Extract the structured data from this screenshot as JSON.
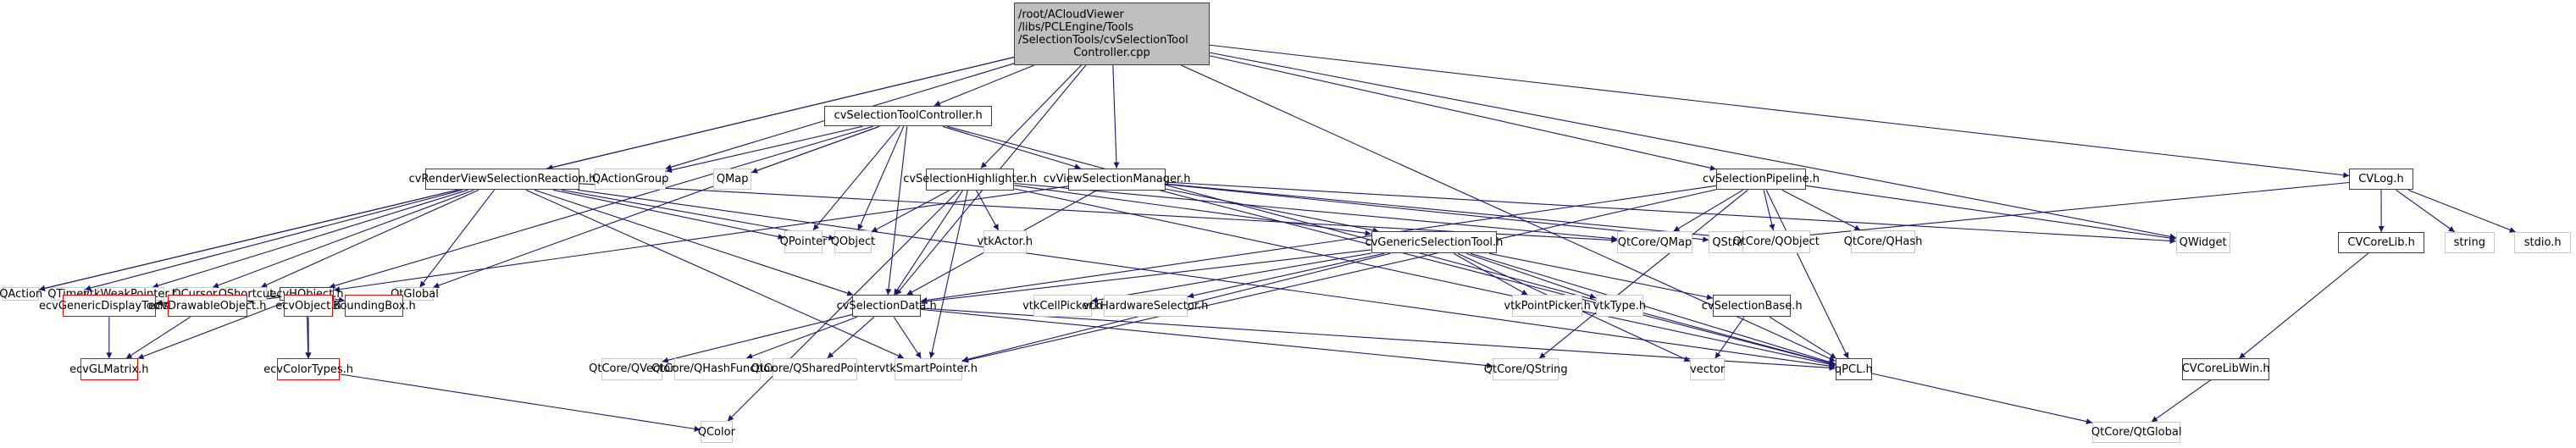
{
  "colors": {
    "edge": "#191970",
    "documented_border": "#404040",
    "external_border": "#c8c8c8",
    "truncated_border": "#ff0000",
    "root_fill": "#bfbfbf"
  },
  "root": {
    "id": "root",
    "lines": [
      "/root/ACloudViewer",
      "/libs/PCLEngine/Tools",
      "/SelectionTools/cvSelectionTool",
      "Controller.cpp"
    ]
  },
  "nodes": [
    {
      "id": "cvSelectionToolController",
      "label": "cvSelectionToolController.h",
      "kind": "doc"
    },
    {
      "id": "cvRenderViewSelectionReaction",
      "label": "cvRenderViewSelectionReaction.h",
      "kind": "doc"
    },
    {
      "id": "QActionGroup",
      "label": "QActionGroup",
      "kind": "ext"
    },
    {
      "id": "QMap",
      "label": "QMap",
      "kind": "ext"
    },
    {
      "id": "cvSelectionHighlighter",
      "label": "cvSelectionHighlighter.h",
      "kind": "doc"
    },
    {
      "id": "cvViewSelectionManager",
      "label": "cvViewSelectionManager.h",
      "kind": "doc"
    },
    {
      "id": "cvSelectionPipeline",
      "label": "cvSelectionPipeline.h",
      "kind": "doc"
    },
    {
      "id": "CVLog",
      "label": "CVLog.h",
      "kind": "doc"
    },
    {
      "id": "QAction",
      "label": "QAction",
      "kind": "ext"
    },
    {
      "id": "QTimer",
      "label": "QTimer",
      "kind": "ext"
    },
    {
      "id": "vtkWeakPointer",
      "label": "vtkWeakPointer.h",
      "kind": "ext"
    },
    {
      "id": "QCursor",
      "label": "QCursor",
      "kind": "ext"
    },
    {
      "id": "QShortcut",
      "label": "QShortcut",
      "kind": "ext"
    },
    {
      "id": "ecvHObject",
      "label": "ecvHObject.h",
      "kind": "doc"
    },
    {
      "id": "QtGlobal",
      "label": "QtGlobal",
      "kind": "ext"
    },
    {
      "id": "QPointer",
      "label": "QPointer",
      "kind": "ext"
    },
    {
      "id": "QObject",
      "label": "QObject",
      "kind": "ext"
    },
    {
      "id": "vtkActor",
      "label": "vtkActor.h",
      "kind": "ext"
    },
    {
      "id": "cvGenericSelectionTool",
      "label": "cvGenericSelectionTool.h",
      "kind": "doc"
    },
    {
      "id": "QtCoreQMap",
      "label": "QtCore/QMap",
      "kind": "ext"
    },
    {
      "id": "QString",
      "label": "QString",
      "kind": "ext"
    },
    {
      "id": "QtCoreQObject",
      "label": "QtCore/QObject",
      "kind": "ext"
    },
    {
      "id": "QtCoreQHash",
      "label": "QtCore/QHash",
      "kind": "ext"
    },
    {
      "id": "QWidget",
      "label": "QWidget",
      "kind": "ext"
    },
    {
      "id": "CVCoreLib",
      "label": "CVCoreLib.h",
      "kind": "doc"
    },
    {
      "id": "string",
      "label": "string",
      "kind": "ext"
    },
    {
      "id": "stdio",
      "label": "stdio.h",
      "kind": "ext"
    },
    {
      "id": "ecvGenericDisplayTools",
      "label": "ecvGenericDisplayTools.h",
      "kind": "trunc"
    },
    {
      "id": "ecvDrawableObject",
      "label": "ecvDrawableObject.h",
      "kind": "trunc"
    },
    {
      "id": "ecvObject",
      "label": "ecvObject.h",
      "kind": "trunc"
    },
    {
      "id": "BoundingBox",
      "label": "BoundingBox.h",
      "kind": "trunc"
    },
    {
      "id": "cvSelectionData",
      "label": "cvSelectionData.h",
      "kind": "doc"
    },
    {
      "id": "vtkCellPicker",
      "label": "vtkCellPicker.h",
      "kind": "ext"
    },
    {
      "id": "vtkHardwareSelector",
      "label": "vtkHardwareSelector.h",
      "kind": "ext"
    },
    {
      "id": "vtkPointPicker",
      "label": "vtkPointPicker.h",
      "kind": "ext"
    },
    {
      "id": "vtkType",
      "label": "vtkType.h",
      "kind": "ext"
    },
    {
      "id": "cvSelectionBase",
      "label": "cvSelectionBase.h",
      "kind": "doc"
    },
    {
      "id": "ecvGLMatrix",
      "label": "ecvGLMatrix.h",
      "kind": "trunc"
    },
    {
      "id": "ecvColorTypes",
      "label": "ecvColorTypes.h",
      "kind": "trunc"
    },
    {
      "id": "QtCoreQVector",
      "label": "QtCore/QVector",
      "kind": "ext"
    },
    {
      "id": "QtCoreQHashFunctions",
      "label": "QtCore/QHashFunctions",
      "kind": "ext"
    },
    {
      "id": "QtCoreQSharedPointer",
      "label": "QtCore/QSharedPointer",
      "kind": "ext"
    },
    {
      "id": "vtkSmartPointer",
      "label": "vtkSmartPointer.h",
      "kind": "ext"
    },
    {
      "id": "QtCoreQString",
      "label": "QtCore/QString",
      "kind": "ext"
    },
    {
      "id": "vector",
      "label": "vector",
      "kind": "ext"
    },
    {
      "id": "qPCL",
      "label": "qPCL.h",
      "kind": "doc"
    },
    {
      "id": "CVCoreLibWin",
      "label": "CVCoreLibWin.h",
      "kind": "doc"
    },
    {
      "id": "QColor",
      "label": "QColor",
      "kind": "ext"
    },
    {
      "id": "QtCoreQtGlobal",
      "label": "QtCore/QtGlobal",
      "kind": "ext"
    }
  ],
  "edges": [
    [
      "root",
      "cvSelectionToolController"
    ],
    [
      "root",
      "cvRenderViewSelectionReaction"
    ],
    [
      "root",
      "QActionGroup"
    ],
    [
      "root",
      "cvSelectionHighlighter"
    ],
    [
      "root",
      "cvViewSelectionManager"
    ],
    [
      "root",
      "cvSelectionPipeline"
    ],
    [
      "root",
      "CVLog"
    ],
    [
      "root",
      "QAction"
    ],
    [
      "root",
      "cvSelectionData"
    ],
    [
      "root",
      "QWidget"
    ],
    [
      "root",
      "qPCL"
    ],
    [
      "cvSelectionToolController",
      "QActionGroup"
    ],
    [
      "cvSelectionToolController",
      "QMap"
    ],
    [
      "cvSelectionToolController",
      "cvViewSelectionManager"
    ],
    [
      "cvSelectionToolController",
      "QtGlobal"
    ],
    [
      "cvSelectionToolController",
      "QPointer"
    ],
    [
      "cvSelectionToolController",
      "QObject"
    ],
    [
      "cvSelectionToolController",
      "cvSelectionData"
    ],
    [
      "cvSelectionToolController",
      "qPCL"
    ],
    [
      "cvSelectionToolController",
      "ecvHObject"
    ],
    [
      "cvRenderViewSelectionReaction",
      "QAction"
    ],
    [
      "cvRenderViewSelectionReaction",
      "QTimer"
    ],
    [
      "cvRenderViewSelectionReaction",
      "vtkWeakPointer"
    ],
    [
      "cvRenderViewSelectionReaction",
      "QCursor"
    ],
    [
      "cvRenderViewSelectionReaction",
      "QShortcut"
    ],
    [
      "cvRenderViewSelectionReaction",
      "QtGlobal"
    ],
    [
      "cvRenderViewSelectionReaction",
      "QPointer"
    ],
    [
      "cvRenderViewSelectionReaction",
      "QObject"
    ],
    [
      "cvRenderViewSelectionReaction",
      "cvSelectionData"
    ],
    [
      "cvRenderViewSelectionReaction",
      "vtkSmartPointer"
    ],
    [
      "cvRenderViewSelectionReaction",
      "qPCL"
    ],
    [
      "cvRenderViewSelectionReaction",
      "QtCoreQMap"
    ],
    [
      "cvSelectionHighlighter",
      "QObject"
    ],
    [
      "cvSelectionHighlighter",
      "vtkActor"
    ],
    [
      "cvSelectionHighlighter",
      "cvSelectionData"
    ],
    [
      "cvSelectionHighlighter",
      "vtkSmartPointer"
    ],
    [
      "cvSelectionHighlighter",
      "QColor"
    ],
    [
      "cvSelectionHighlighter",
      "cvGenericSelectionTool"
    ],
    [
      "cvSelectionHighlighter",
      "QtCoreQMap"
    ],
    [
      "cvSelectionHighlighter",
      "qPCL"
    ],
    [
      "cvViewSelectionManager",
      "ecvHObject"
    ],
    [
      "cvViewSelectionManager",
      "cvGenericSelectionTool"
    ],
    [
      "cvViewSelectionManager",
      "cvSelectionData"
    ],
    [
      "cvViewSelectionManager",
      "QString"
    ],
    [
      "cvViewSelectionManager",
      "QtCoreQObject"
    ],
    [
      "cvViewSelectionManager",
      "qPCL"
    ],
    [
      "cvViewSelectionManager",
      "QWidget"
    ],
    [
      "cvSelectionPipeline",
      "QtCoreQMap"
    ],
    [
      "cvSelectionPipeline",
      "QtCoreQObject"
    ],
    [
      "cvSelectionPipeline",
      "QtCoreQHash"
    ],
    [
      "cvSelectionPipeline",
      "QWidget"
    ],
    [
      "cvSelectionPipeline",
      "cvSelectionData"
    ],
    [
      "cvSelectionPipeline",
      "qPCL"
    ],
    [
      "cvSelectionPipeline",
      "QtCoreQString"
    ],
    [
      "cvSelectionPipeline",
      "vtkSmartPointer"
    ],
    [
      "CVLog",
      "QString"
    ],
    [
      "CVLog",
      "CVCoreLib"
    ],
    [
      "CVLog",
      "string"
    ],
    [
      "CVLog",
      "stdio"
    ],
    [
      "CVCoreLib",
      "CVCoreLibWin"
    ],
    [
      "CVCoreLibWin",
      "QtCoreQtGlobal"
    ],
    [
      "ecvHObject",
      "ecvGenericDisplayTools"
    ],
    [
      "ecvHObject",
      "ecvDrawableObject"
    ],
    [
      "ecvHObject",
      "ecvObject"
    ],
    [
      "ecvHObject",
      "BoundingBox"
    ],
    [
      "ecvHObject",
      "ecvGLMatrix"
    ],
    [
      "ecvHObject",
      "ecvColorTypes"
    ],
    [
      "ecvGenericDisplayTools",
      "ecvGLMatrix"
    ],
    [
      "ecvDrawableObject",
      "ecvGLMatrix"
    ],
    [
      "ecvObject",
      "ecvColorTypes"
    ],
    [
      "ecvColorTypes",
      "QColor"
    ],
    [
      "cvGenericSelectionTool",
      "cvSelectionData"
    ],
    [
      "cvGenericSelectionTool",
      "vtkCellPicker"
    ],
    [
      "cvGenericSelectionTool",
      "vtkHardwareSelector"
    ],
    [
      "cvGenericSelectionTool",
      "vtkPointPicker"
    ],
    [
      "cvGenericSelectionTool",
      "vtkType"
    ],
    [
      "cvGenericSelectionTool",
      "cvSelectionBase"
    ],
    [
      "cvGenericSelectionTool",
      "vector"
    ],
    [
      "cvGenericSelectionTool",
      "vtkSmartPointer"
    ],
    [
      "cvGenericSelectionTool",
      "qPCL"
    ],
    [
      "cvSelectionData",
      "QtCoreQVector"
    ],
    [
      "cvSelectionData",
      "QtCoreQHashFunctions"
    ],
    [
      "cvSelectionData",
      "QtCoreQSharedPointer"
    ],
    [
      "cvSelectionData",
      "vtkSmartPointer"
    ],
    [
      "cvSelectionData",
      "QtCoreQString"
    ],
    [
      "cvSelectionData",
      "qPCL"
    ],
    [
      "cvSelectionBase",
      "vector"
    ],
    [
      "cvSelectionBase",
      "qPCL"
    ],
    [
      "qPCL",
      "QtCoreQtGlobal"
    ]
  ]
}
